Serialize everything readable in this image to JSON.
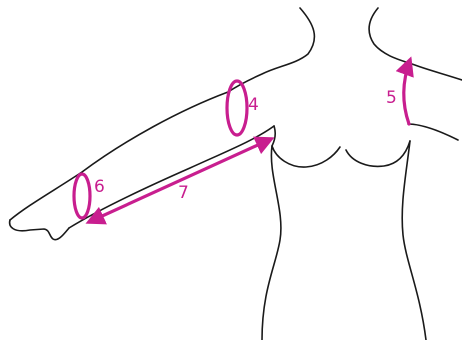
{
  "colors": {
    "outline": "#1a1a1a",
    "measurement": "#c81e8f"
  },
  "measurements": [
    {
      "id": "4",
      "label": "4",
      "kind": "upper-arm circumference"
    },
    {
      "id": "5",
      "label": "5",
      "kind": "shoulder arc"
    },
    {
      "id": "6",
      "label": "6",
      "kind": "wrist circumference"
    },
    {
      "id": "7",
      "label": "7",
      "kind": "armpit to wrist length"
    }
  ]
}
